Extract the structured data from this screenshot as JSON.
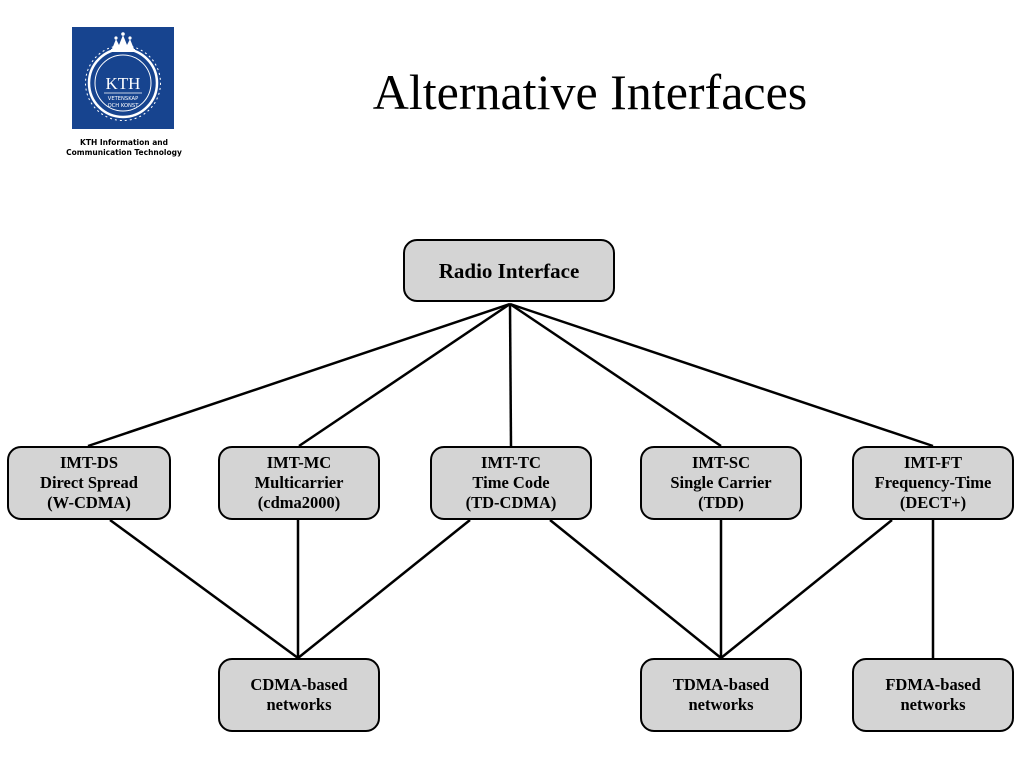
{
  "logo": {
    "text": "KTH",
    "motto_line1": "VETENSKAP",
    "motto_line2": "OCH KONST",
    "caption": [
      "KTH Information and",
      "Communication Technology"
    ],
    "color": "#17448f"
  },
  "title": "Alternative Interfaces",
  "diagram": {
    "root": {
      "lines": [
        "Radio Interface"
      ]
    },
    "interfaces": [
      {
        "lines": [
          "IMT-DS",
          "Direct Spread",
          "(W-CDMA)"
        ]
      },
      {
        "lines": [
          "IMT-MC",
          "Multicarrier",
          "(cdma2000)"
        ]
      },
      {
        "lines": [
          "IMT-TC",
          "Time Code",
          "(TD-CDMA)"
        ]
      },
      {
        "lines": [
          "IMT-SC",
          "Single Carrier",
          "(TDD)"
        ]
      },
      {
        "lines": [
          "IMT-FT",
          "Frequency-Time",
          "(DECT+)"
        ]
      }
    ],
    "networks": [
      {
        "lines": [
          "CDMA-based",
          "networks"
        ]
      },
      {
        "lines": [
          "TDMA-based",
          "networks"
        ]
      },
      {
        "lines": [
          "FDMA-based",
          "networks"
        ]
      }
    ],
    "edges": [
      [
        "root",
        "interfaces.0"
      ],
      [
        "root",
        "interfaces.1"
      ],
      [
        "root",
        "interfaces.2"
      ],
      [
        "root",
        "interfaces.3"
      ],
      [
        "root",
        "interfaces.4"
      ],
      [
        "interfaces.0",
        "networks.0"
      ],
      [
        "interfaces.1",
        "networks.0"
      ],
      [
        "interfaces.2",
        "networks.0"
      ],
      [
        "interfaces.2",
        "networks.1"
      ],
      [
        "interfaces.3",
        "networks.1"
      ],
      [
        "interfaces.4",
        "networks.1"
      ],
      [
        "interfaces.4",
        "networks.2"
      ]
    ],
    "node_fill": "#d4d4d4",
    "line_color": "#000000"
  }
}
